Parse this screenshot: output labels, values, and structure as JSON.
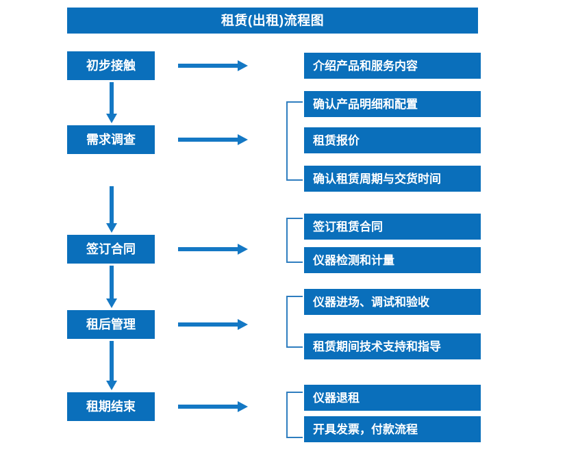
{
  "diagram": {
    "title": "租赁(出租)流程图",
    "accent_color": "#0A6FBB",
    "arrow_color": "#1478C4",
    "bracket_color": "#2E7DBF",
    "text_color": "#FFFFFF",
    "background_color": "#FFFFFF"
  },
  "stages": [
    {
      "label": "初步接触"
    },
    {
      "label": "需求调查"
    },
    {
      "label": "签订合同"
    },
    {
      "label": "租后管理"
    },
    {
      "label": "租期结束"
    }
  ],
  "details": {
    "group1": [
      {
        "label": "介绍产品和服务内容"
      }
    ],
    "group2": [
      {
        "label": "确认产品明细和配置"
      },
      {
        "label": "租赁报价"
      },
      {
        "label": "确认租赁周期与交货时间"
      }
    ],
    "group3": [
      {
        "label": "签订租赁合同"
      },
      {
        "label": "仪器检测和计量"
      }
    ],
    "group4": [
      {
        "label": "仪器进场、调试和验收"
      },
      {
        "label": "租赁期间技术支持和指导"
      }
    ],
    "group5": [
      {
        "label": "仪器退租"
      },
      {
        "label": "开具发票，付款流程"
      }
    ]
  },
  "icons": {
    "arrow_right": "arrow-right-icon",
    "arrow_down": "arrow-down-icon",
    "bracket": "bracket-icon"
  }
}
